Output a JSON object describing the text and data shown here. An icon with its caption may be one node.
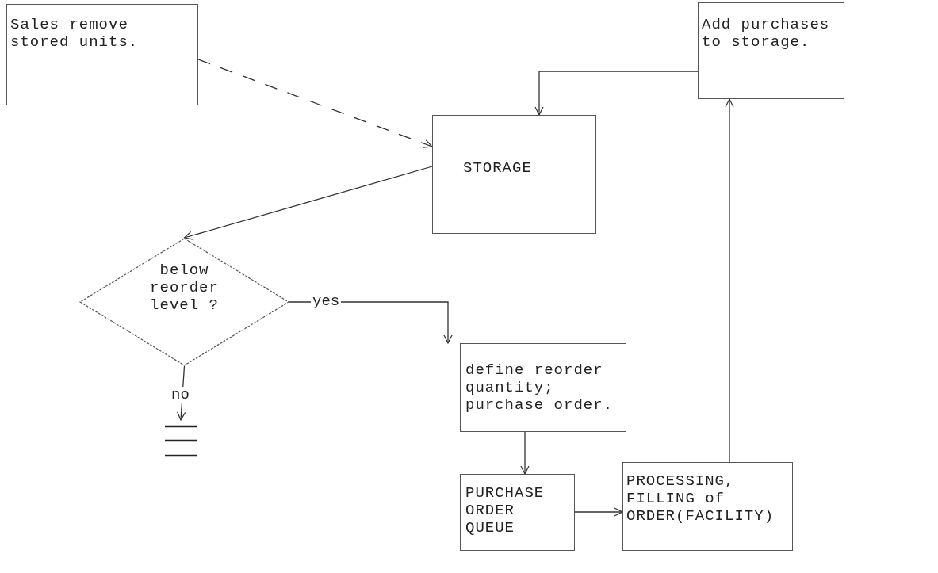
{
  "diagram": {
    "nodes": [
      {
        "text": [
          "Sales remove stored units."
        ]
      },
      {
        "text": [
          "Add purchases to storage."
        ]
      },
      {
        "text": [
          "STORAGE"
        ]
      },
      {
        "text": [
          "below reorder level ?"
        ]
      },
      {
        "text": [
          "define reorder quantity; purchase order."
        ]
      },
      {
        "text": [
          "PURCHASE ORDER QUEUE"
        ]
      },
      {
        "text": [
          "PROCESSING, FILLING of ORDER(FACILITY)"
        ]
      },
      {
        "text": [],
        "shape": "bar"
      }
    ],
    "edges": [
      {
        "from": 0,
        "to": 2,
        "arrow": "to",
        "style": "dashed"
      },
      {
        "from": 1,
        "to": 2,
        "arrow": "to"
      },
      {
        "from": 2,
        "to": 3,
        "arrow": "to"
      },
      {
        "from": 3,
        "to": 4,
        "arrow": "to",
        "label": "yes"
      },
      {
        "from": 3,
        "to": 7,
        "arrow": "to",
        "label": "no"
      },
      {
        "from": 4,
        "to": 5,
        "arrow": "to"
      },
      {
        "from": 5,
        "to": 6,
        "arrow": "to"
      },
      {
        "from": 6,
        "to": 1,
        "arrow": "to"
      }
    ]
  }
}
